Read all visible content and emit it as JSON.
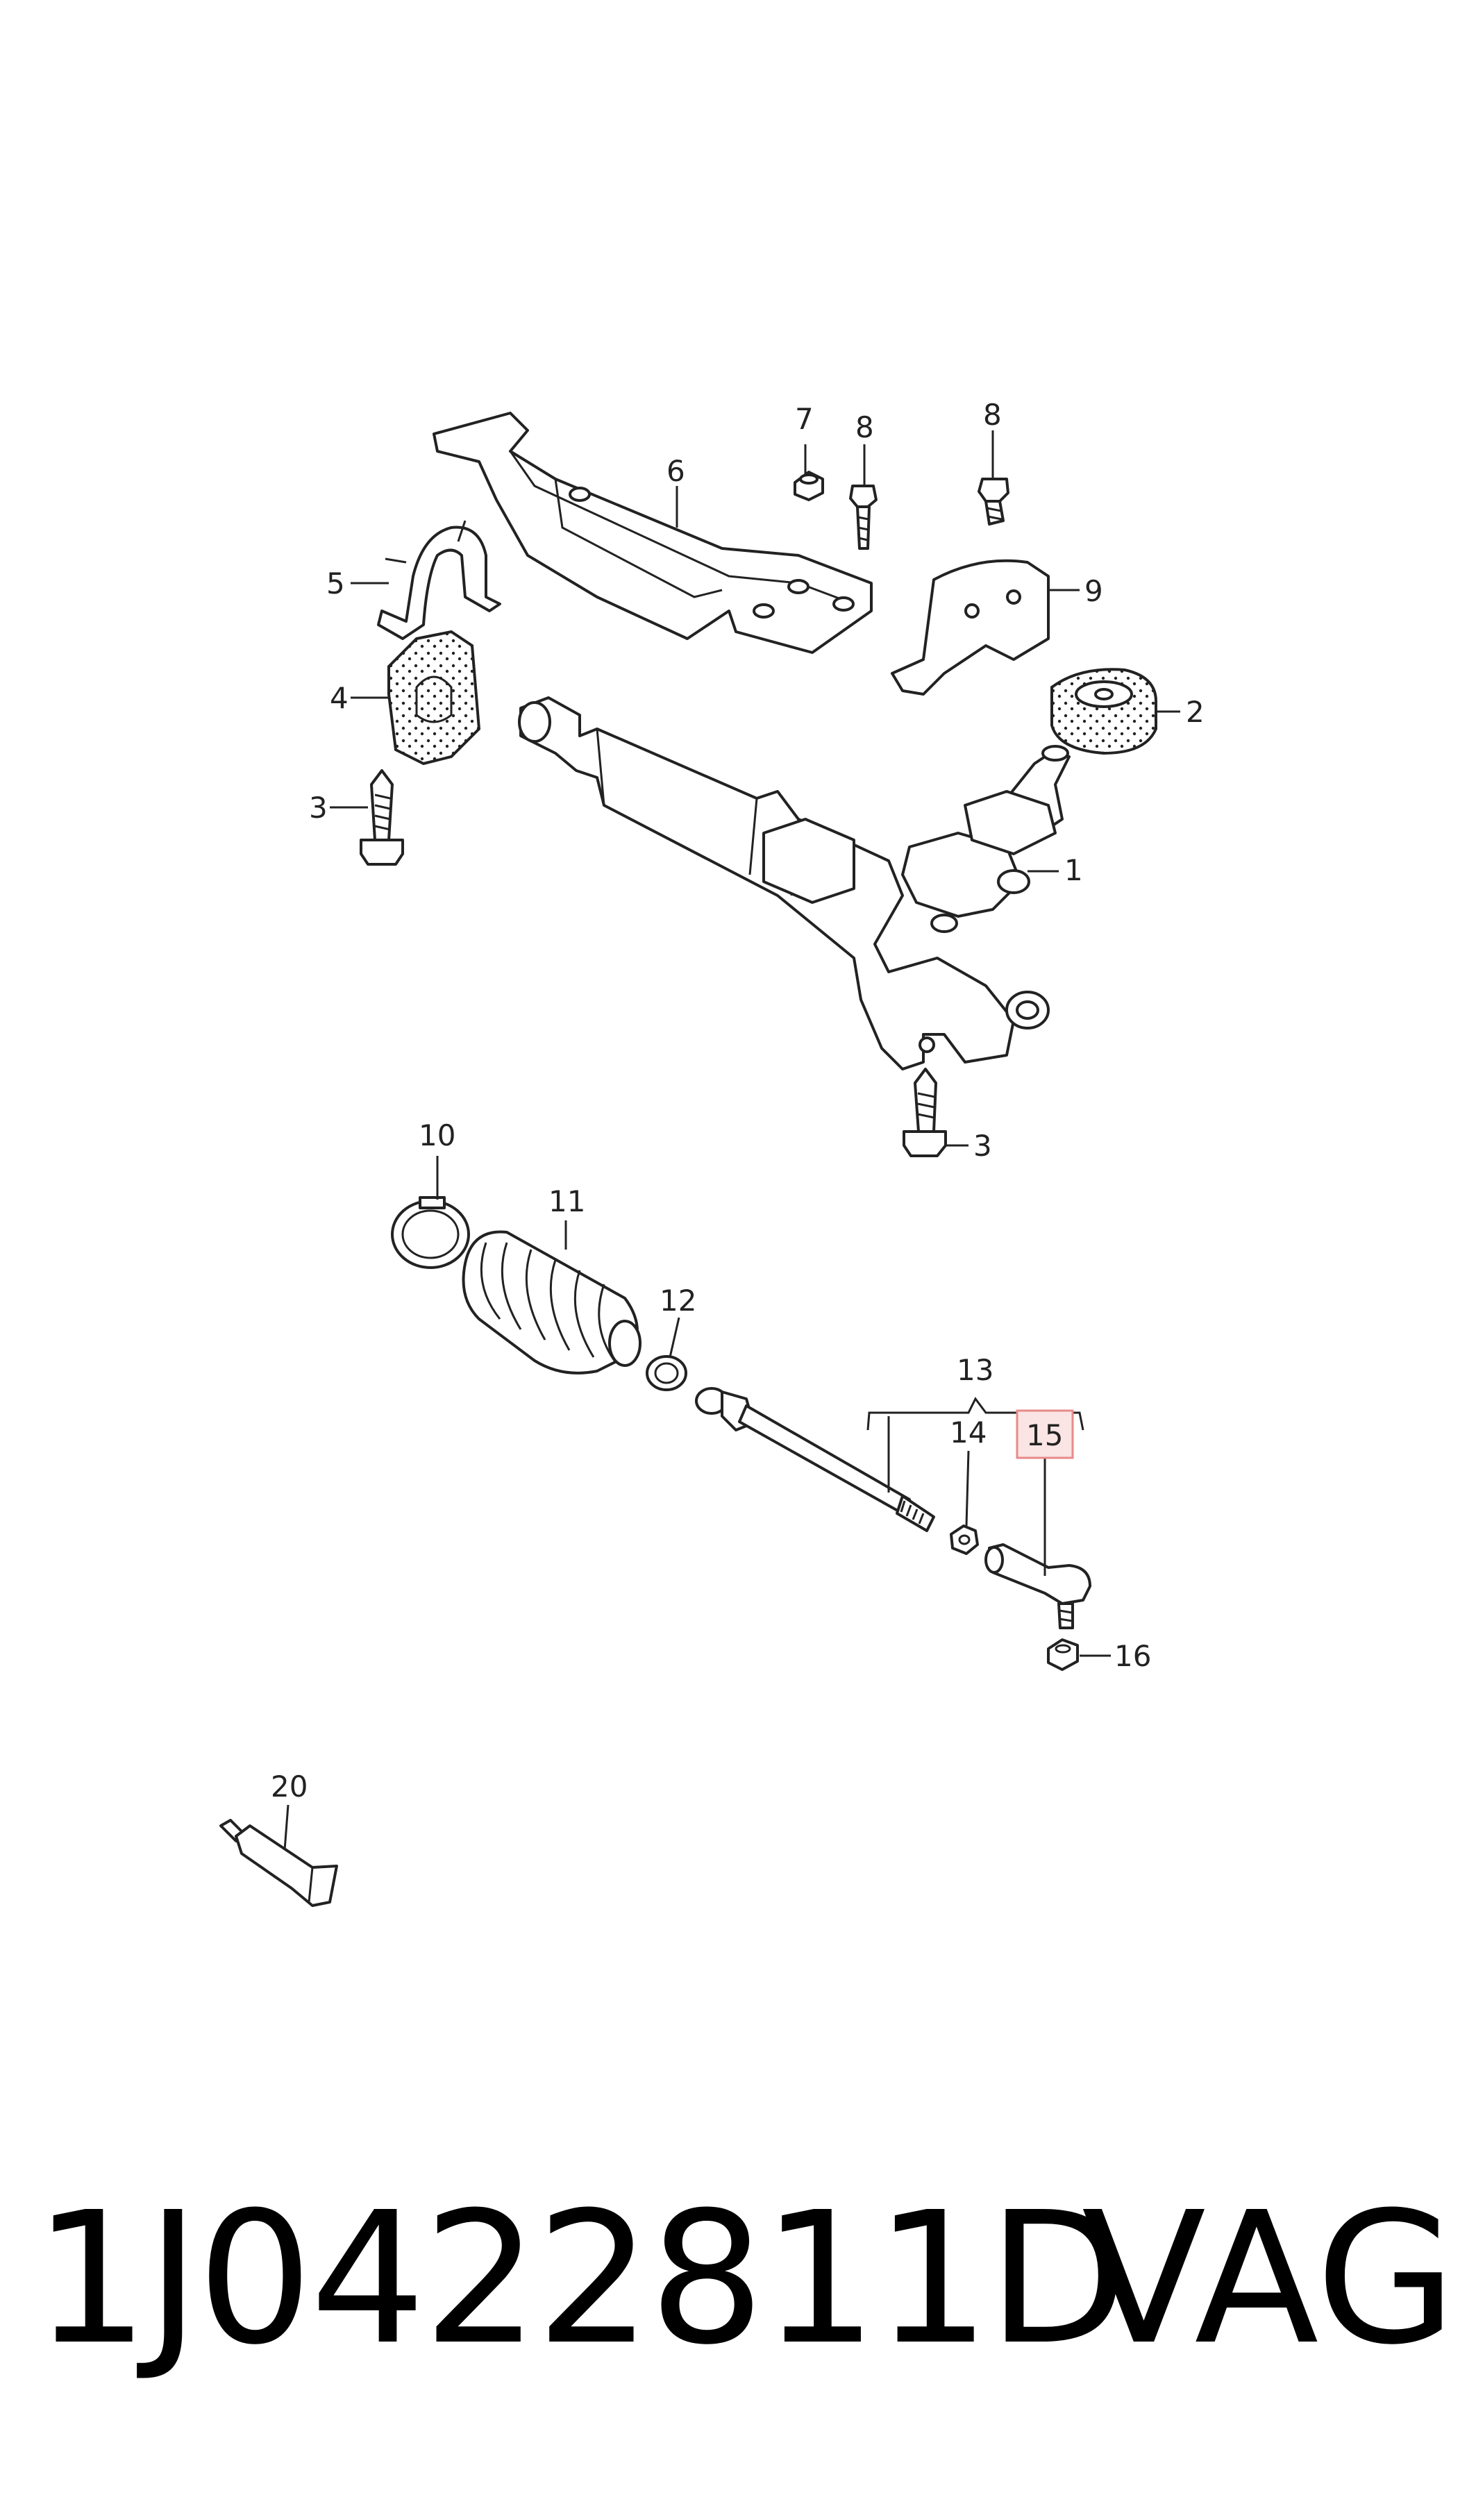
{
  "callouts": {
    "c1": "1",
    "c2": "2",
    "c3a": "3",
    "c3b": "3",
    "c4": "4",
    "c5": "5",
    "c6": "6",
    "c7": "7",
    "c8a": "8",
    "c8b": "8",
    "c9": "9",
    "c10": "10",
    "c11": "11",
    "c12": "12",
    "c13": "13",
    "c14": "14",
    "c15": "15",
    "c16": "16",
    "c20": "20"
  },
  "highlight_color": "#e88a8a",
  "footer": {
    "part_number": "1J0422811D",
    "brand": "VAG"
  }
}
